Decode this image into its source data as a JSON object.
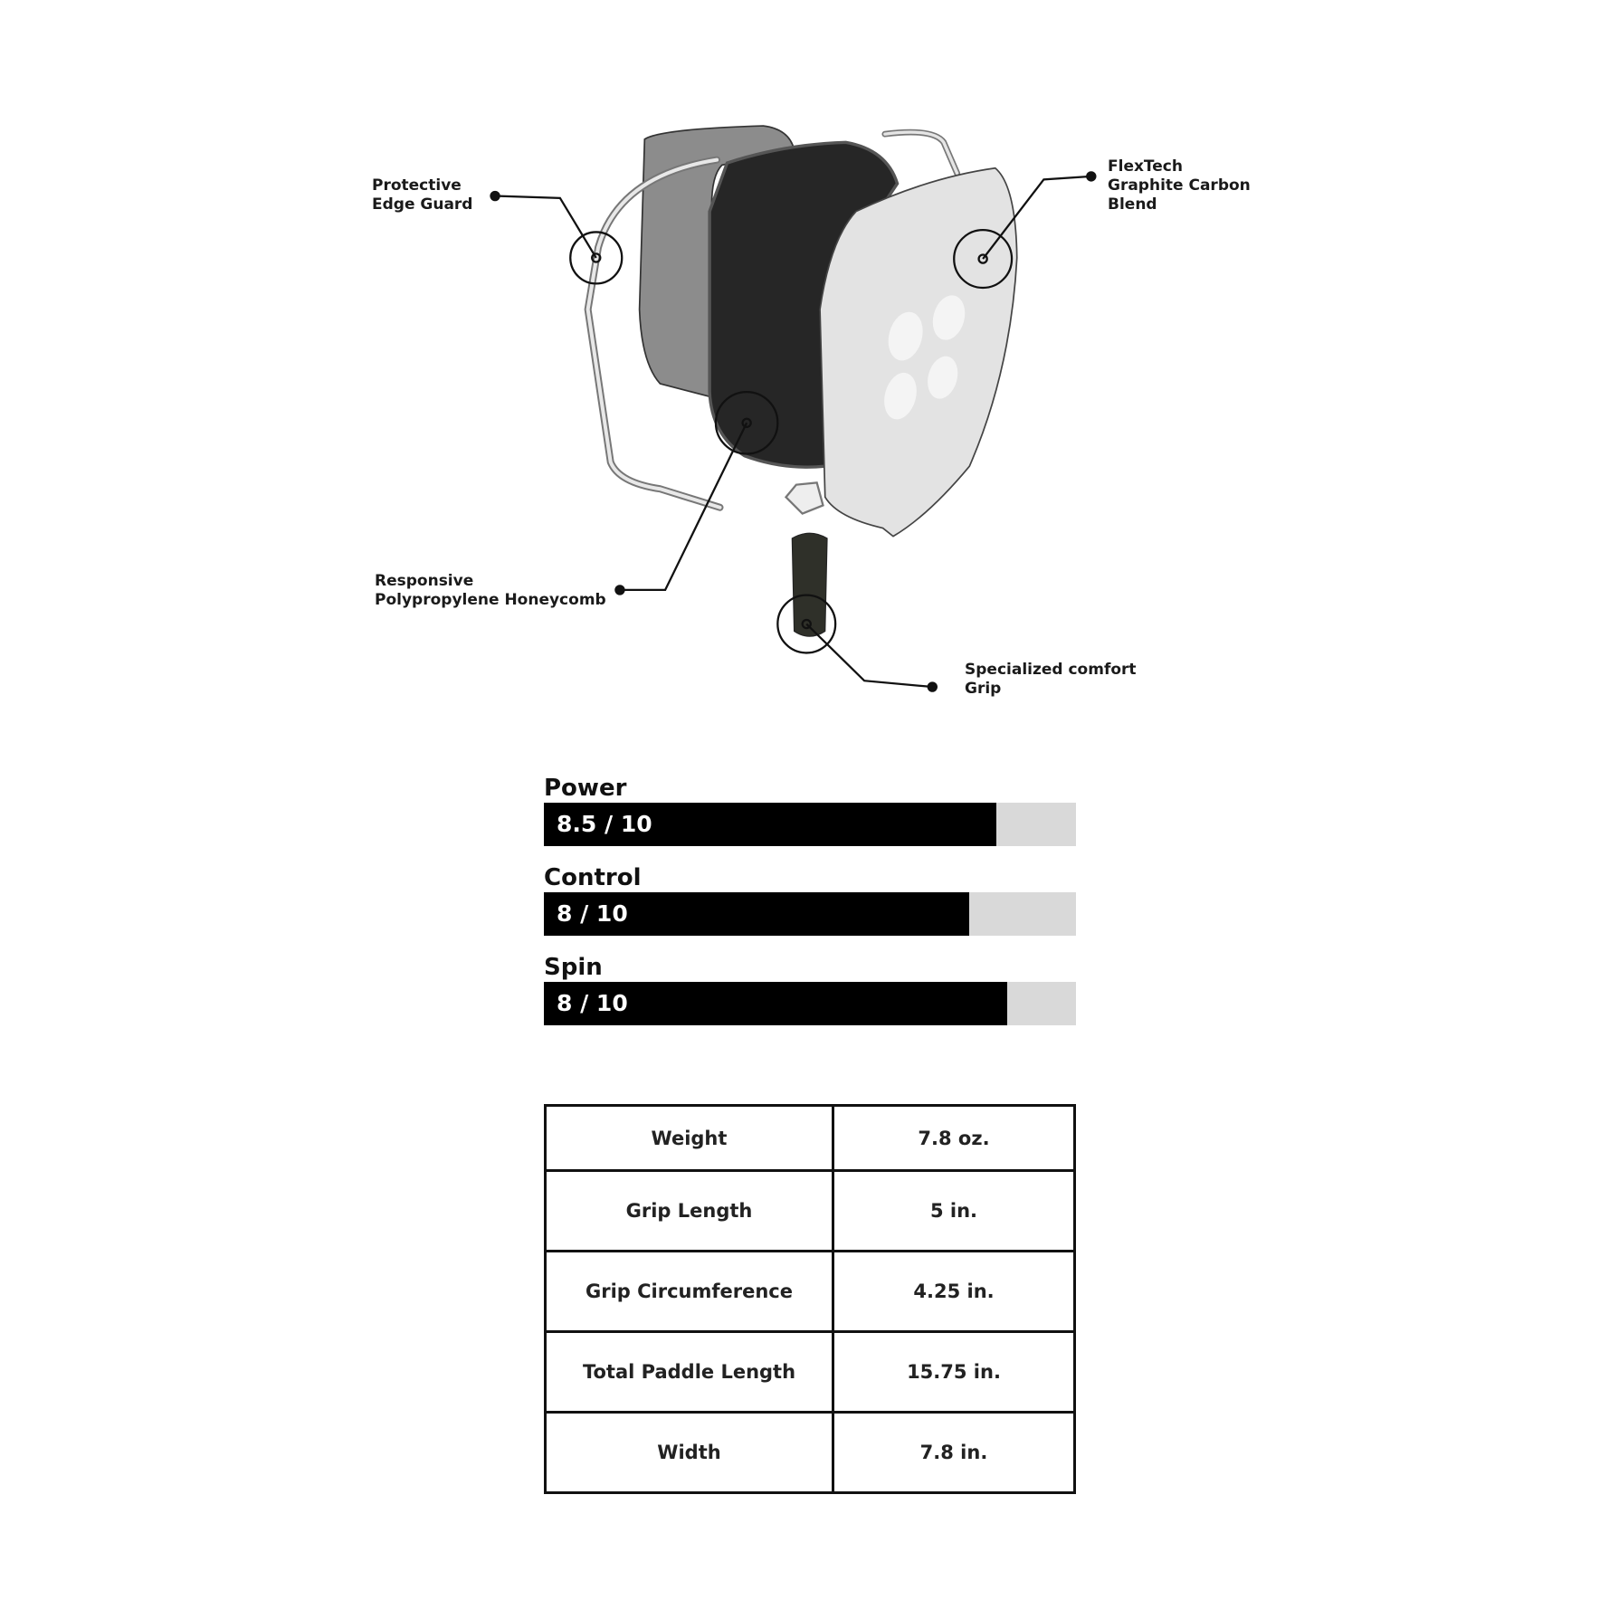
{
  "callouts": {
    "edge_guard": [
      "Protective",
      "Edge Guard"
    ],
    "face": [
      "FlexTech",
      "Graphite Carbon",
      "Blend"
    ],
    "core": [
      "Responsive",
      "Polypropylene Honeycomb"
    ],
    "grip": [
      "Specialized comfort",
      "Grip"
    ]
  },
  "ratings": [
    {
      "label": "Power",
      "value_text": "8.5 / 10",
      "fill_fraction": 0.85
    },
    {
      "label": "Control",
      "value_text": "8 / 10",
      "fill_fraction": 0.8
    },
    {
      "label": "Spin",
      "value_text": "8 / 10",
      "fill_fraction": 0.87
    }
  ],
  "specs": [
    {
      "name": "Weight",
      "value": "7.8 oz."
    },
    {
      "name": "Grip Length",
      "value": "5 in."
    },
    {
      "name": "Grip Circumference",
      "value": "4.25 in."
    },
    {
      "name": "Total Paddle Length",
      "value": "15.75 in."
    },
    {
      "name": "Width",
      "value": "7.8 in."
    }
  ],
  "colors": {
    "bar_fill": "#000000",
    "bar_track": "#d9d9d9"
  }
}
